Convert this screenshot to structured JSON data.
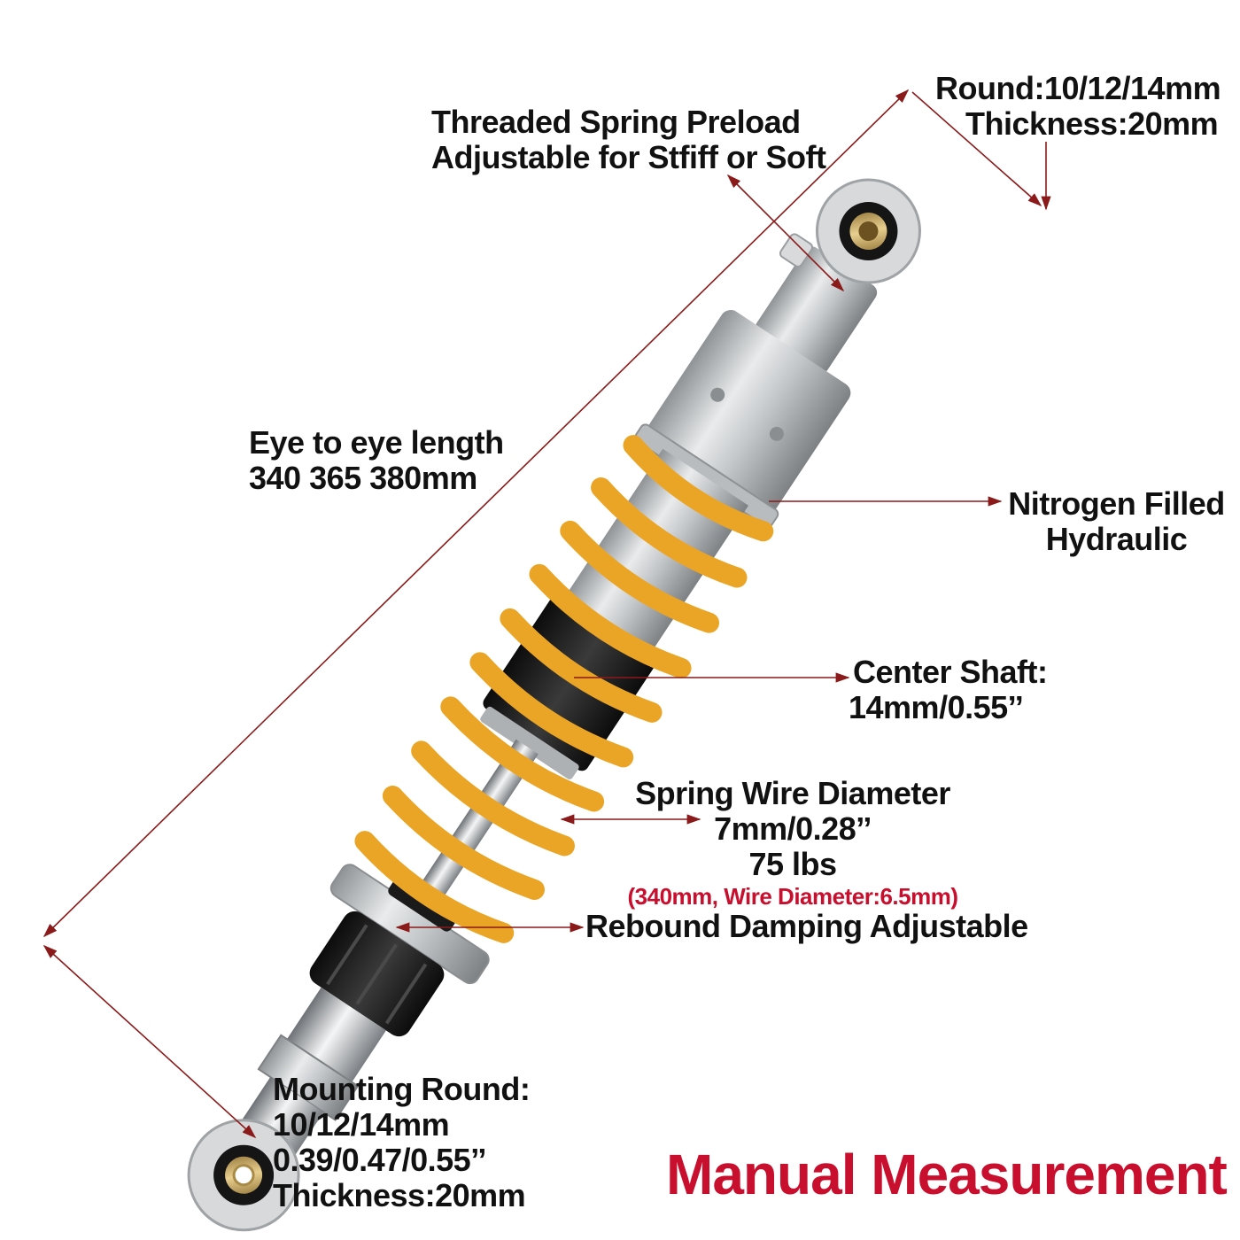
{
  "labels": {
    "top_round": {
      "line1": "Round:10/12/14mm",
      "line2": "Thickness:20mm"
    },
    "preload": {
      "line1": "Threaded Spring Preload",
      "line2": "Adjustable for Stfiff or Soft"
    },
    "eye_length": {
      "line1": "Eye to eye length",
      "line2": "340 365 380mm"
    },
    "nitrogen": {
      "line1": "Nitrogen Filled",
      "line2": "Hydraulic"
    },
    "center_shaft": {
      "line1": "Center Shaft:",
      "line2": "14mm/0.55’’"
    },
    "spring_wire": {
      "line1": "Spring Wire Diameter",
      "line2": "7mm/0.28’’",
      "line3": "75 lbs",
      "note": "(340mm, Wire Diameter:6.5mm)"
    },
    "rebound": {
      "line1": "Rebound Damping Adjustable"
    },
    "mounting": {
      "line1": "Mounting Round:",
      "line2": "10/12/14mm",
      "line3": "0.39/0.47/0.55’’",
      "line4": "Thickness:20mm"
    },
    "manual": "Manual Measurement"
  },
  "colors": {
    "spring": "#eba526",
    "accent_red": "#c8102e",
    "silver": "#c9cccf",
    "black_part": "#1c1c1c",
    "arrow": "#8b1a1a"
  }
}
